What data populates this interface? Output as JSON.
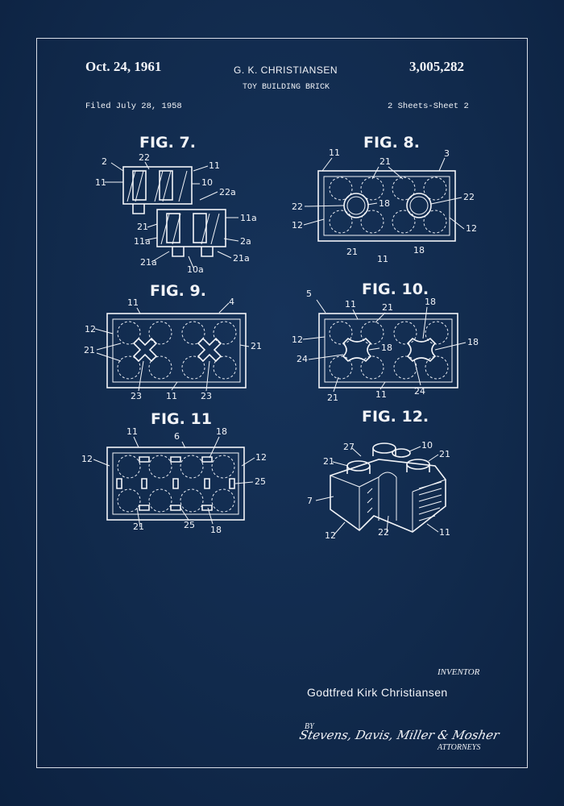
{
  "header": {
    "date": "Oct. 24, 1961",
    "inventor": "G. K. CHRISTIANSEN",
    "patent_number": "3,005,282",
    "title": "TOY BUILDING BRICK",
    "filed": "Filed July 28, 1958",
    "sheets": "2 Sheets-Sheet 2"
  },
  "figures": {
    "fig7": "FIG. 7.",
    "fig8": "FIG. 8.",
    "fig9": "FIG. 9.",
    "fig10": "FIG. 10.",
    "fig11": "FIG. 11",
    "fig12": "FIG. 12."
  },
  "refs": {
    "fig7": [
      "2",
      "22",
      "11",
      "11",
      "10",
      "22a",
      "11a",
      "21",
      "11a",
      "2a",
      "21a",
      "10a",
      "21a"
    ],
    "fig8": [
      "11",
      "21",
      "3",
      "22",
      "22",
      "18",
      "12",
      "12",
      "21",
      "11",
      "18"
    ],
    "fig9": [
      "11",
      "4",
      "12",
      "21",
      "21",
      "23",
      "11",
      "23"
    ],
    "fig10": [
      "5",
      "11",
      "21",
      "18",
      "12",
      "18",
      "18",
      "24",
      "21",
      "11",
      "24"
    ],
    "fig11": [
      "11",
      "6",
      "18",
      "12",
      "12",
      "25",
      "21",
      "25",
      "18"
    ],
    "fig12": [
      "27",
      "10",
      "21",
      "21",
      "7",
      "12",
      "22",
      "11"
    ]
  },
  "footer": {
    "inventor_label": "INVENTOR",
    "inventor_name": "Godtfred Kirk Christiansen",
    "by": "BY",
    "attorney_signature": "Stevens, Davis, Miller & Mosher",
    "attorneys_label": "ATTORNEYS"
  },
  "colors": {
    "background": "#112a4c",
    "ink": "#f2f4f8"
  }
}
